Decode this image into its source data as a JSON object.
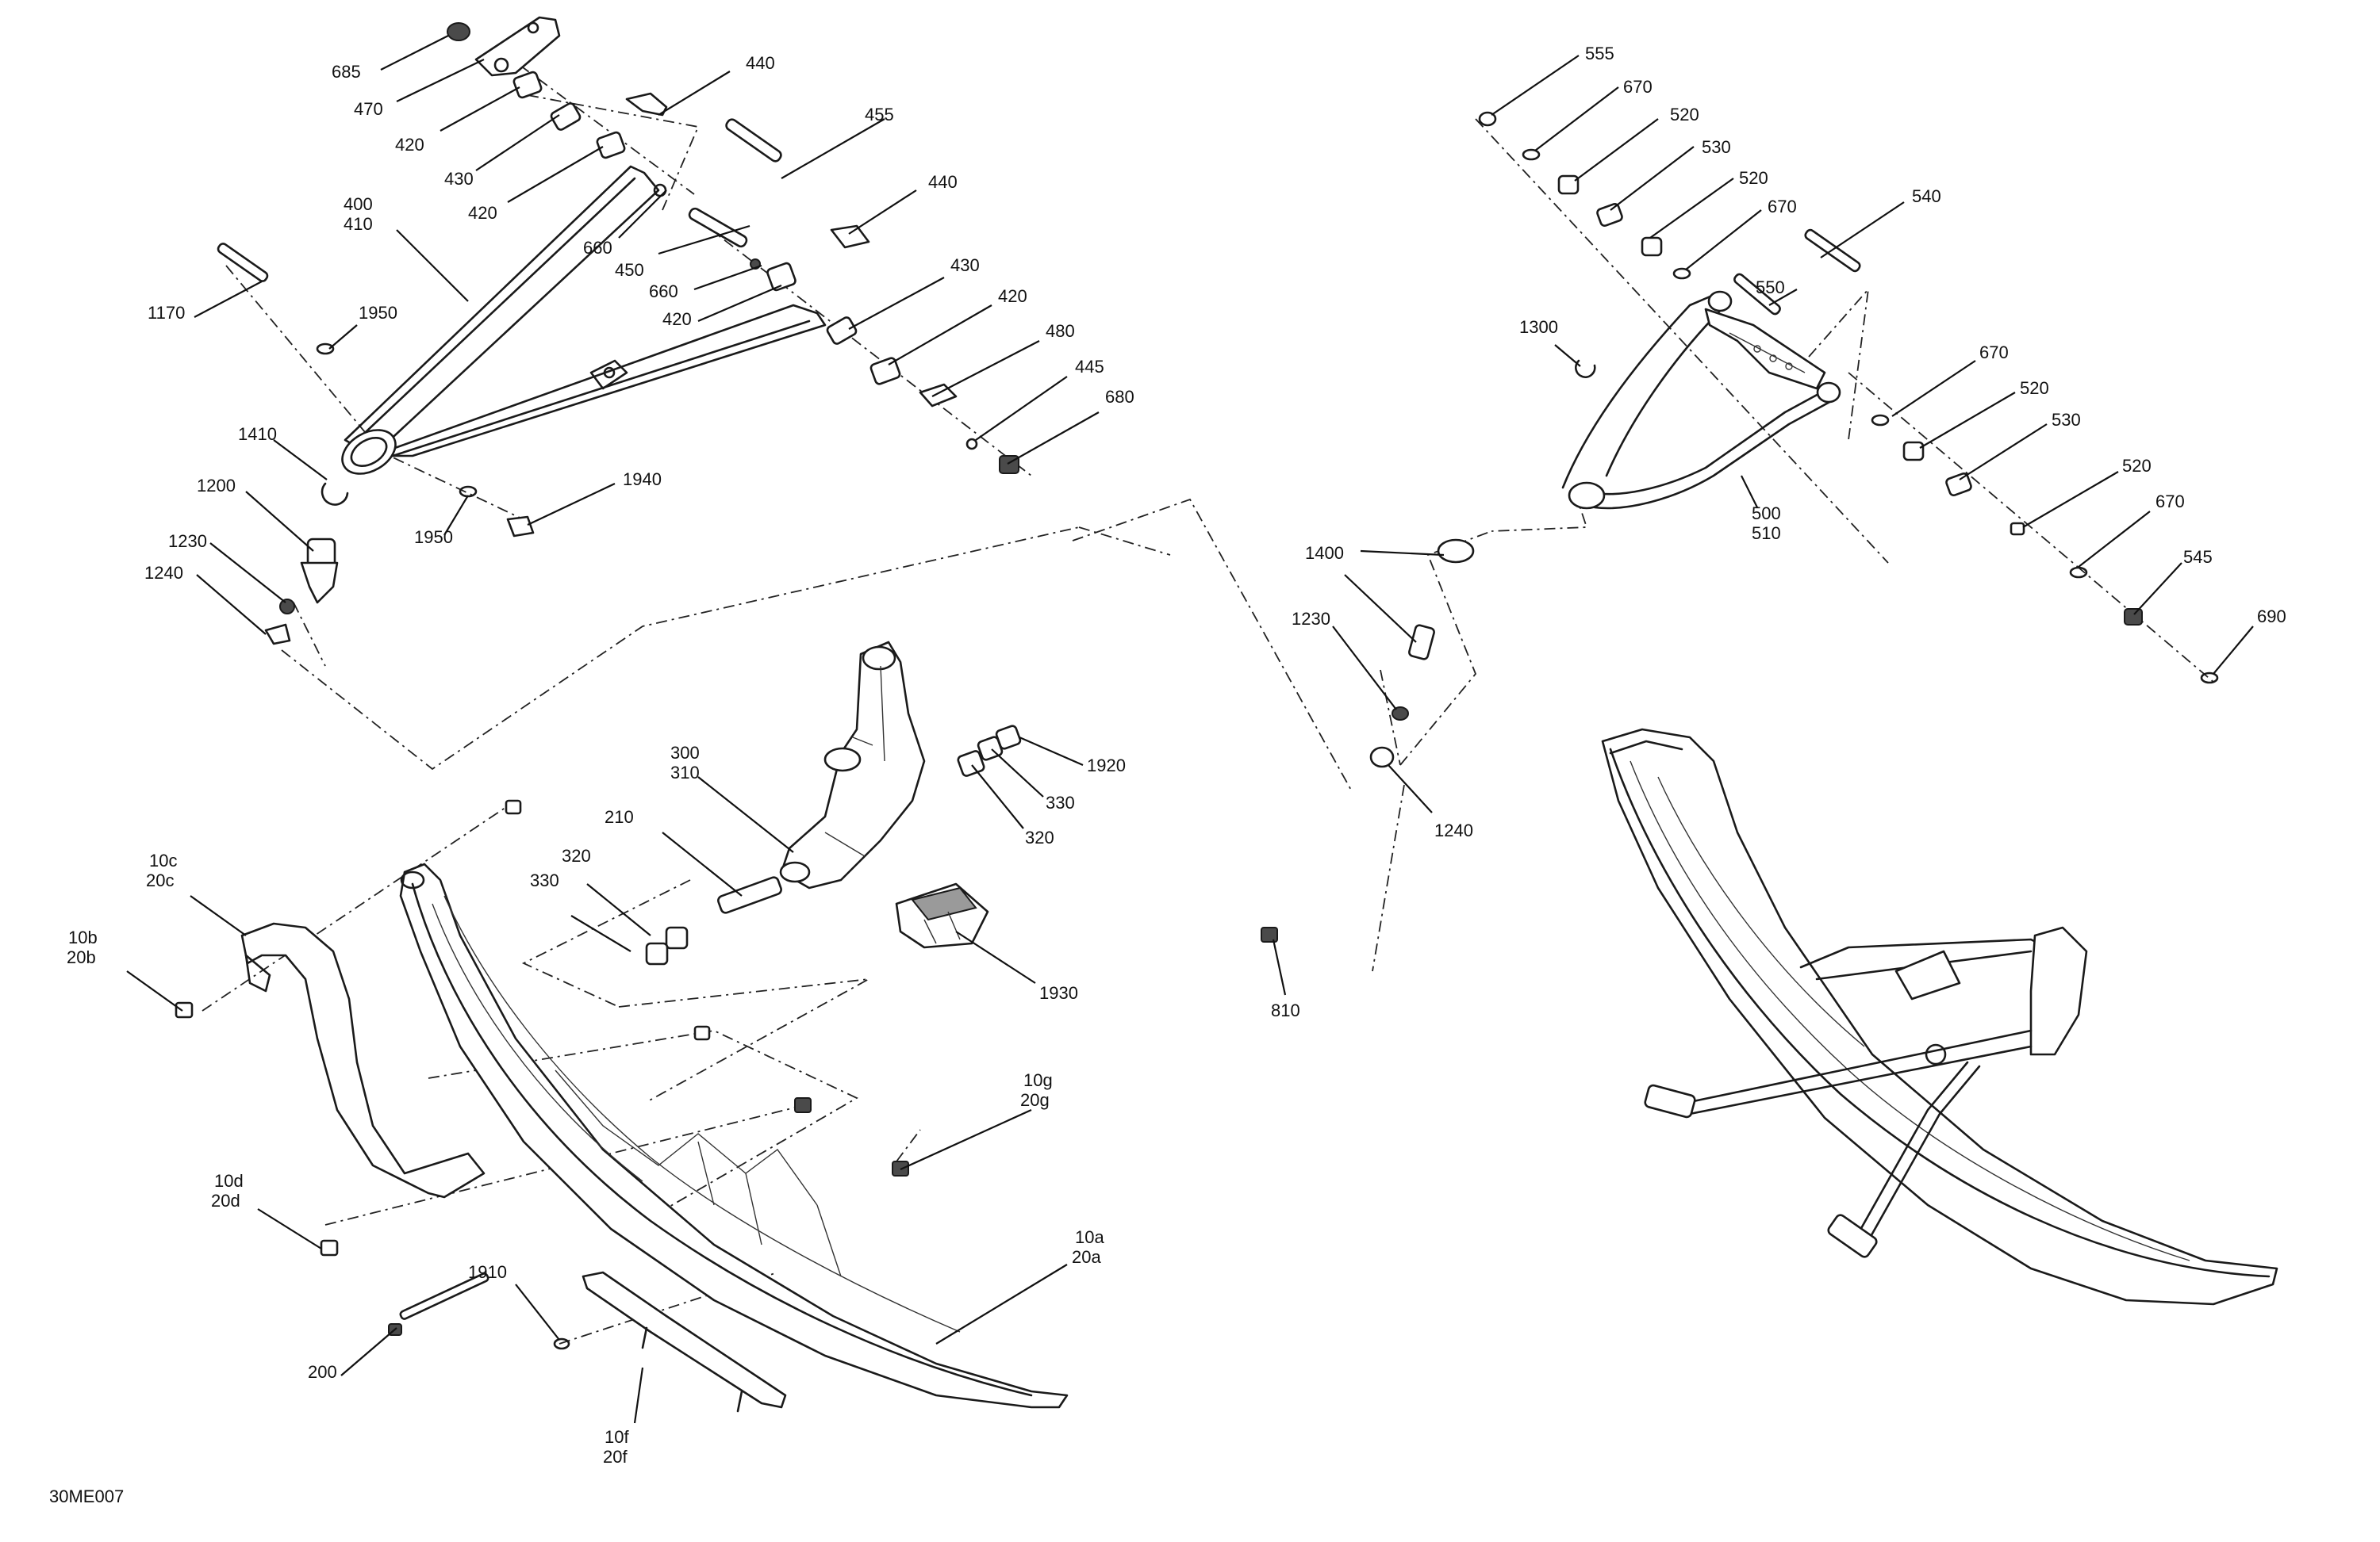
{
  "figure": {
    "document_code": "30ME007"
  },
  "callouts": [
    {
      "id": "c685",
      "text": "685"
    },
    {
      "id": "c470",
      "text": "470"
    },
    {
      "id": "c420a",
      "text": "420"
    },
    {
      "id": "c430a",
      "text": "430"
    },
    {
      "id": "c420b",
      "text": "420"
    },
    {
      "id": "c440a",
      "text": "440"
    },
    {
      "id": "c455",
      "text": "455"
    },
    {
      "id": "c440b",
      "text": "440"
    },
    {
      "id": "c400",
      "text": "400"
    },
    {
      "id": "c410",
      "text": "410"
    },
    {
      "id": "c660a",
      "text": "660"
    },
    {
      "id": "c450",
      "text": "450"
    },
    {
      "id": "c660b",
      "text": "660"
    },
    {
      "id": "c420c",
      "text": "420"
    },
    {
      "id": "c430b",
      "text": "430"
    },
    {
      "id": "c420d",
      "text": "420"
    },
    {
      "id": "c480",
      "text": "480"
    },
    {
      "id": "c445",
      "text": "445"
    },
    {
      "id": "c680",
      "text": "680"
    },
    {
      "id": "c1170",
      "text": "1170"
    },
    {
      "id": "c1950a",
      "text": "1950"
    },
    {
      "id": "c1410",
      "text": "1410"
    },
    {
      "id": "c1200",
      "text": "1200"
    },
    {
      "id": "c1940",
      "text": "1940"
    },
    {
      "id": "c1950b",
      "text": "1950"
    },
    {
      "id": "c1230a",
      "text": "1230"
    },
    {
      "id": "c1240a",
      "text": "1240"
    },
    {
      "id": "c300",
      "text": "300"
    },
    {
      "id": "c310",
      "text": "310"
    },
    {
      "id": "c1920",
      "text": "1920"
    },
    {
      "id": "c330a",
      "text": "330"
    },
    {
      "id": "c320a",
      "text": "320"
    },
    {
      "id": "c210",
      "text": "210"
    },
    {
      "id": "c320b",
      "text": "320"
    },
    {
      "id": "c330b",
      "text": "330"
    },
    {
      "id": "c1930",
      "text": "1930"
    },
    {
      "id": "c10c",
      "text": "10c"
    },
    {
      "id": "c20c",
      "text": "20c"
    },
    {
      "id": "c10b",
      "text": "10b"
    },
    {
      "id": "c20b",
      "text": "20b"
    },
    {
      "id": "c10d",
      "text": "10d"
    },
    {
      "id": "c20d",
      "text": "20d"
    },
    {
      "id": "c10g",
      "text": "10g"
    },
    {
      "id": "c20g",
      "text": "20g"
    },
    {
      "id": "c10a",
      "text": "10a"
    },
    {
      "id": "c20a",
      "text": "20a"
    },
    {
      "id": "c1910",
      "text": "1910"
    },
    {
      "id": "c200",
      "text": "200"
    },
    {
      "id": "c10f",
      "text": "10f"
    },
    {
      "id": "c20f",
      "text": "20f"
    },
    {
      "id": "c810",
      "text": "810"
    },
    {
      "id": "c555",
      "text": "555"
    },
    {
      "id": "c670a",
      "text": "670"
    },
    {
      "id": "c520a",
      "text": "520"
    },
    {
      "id": "c530a",
      "text": "530"
    },
    {
      "id": "c520b",
      "text": "520"
    },
    {
      "id": "c670b",
      "text": "670"
    },
    {
      "id": "c540",
      "text": "540"
    },
    {
      "id": "c550",
      "text": "550"
    },
    {
      "id": "c1300",
      "text": "1300"
    },
    {
      "id": "c670c",
      "text": "670"
    },
    {
      "id": "c520c",
      "text": "520"
    },
    {
      "id": "c530b",
      "text": "530"
    },
    {
      "id": "c520d",
      "text": "520"
    },
    {
      "id": "c500",
      "text": "500"
    },
    {
      "id": "c510",
      "text": "510"
    },
    {
      "id": "c670d",
      "text": "670"
    },
    {
      "id": "c545",
      "text": "545"
    },
    {
      "id": "c690",
      "text": "690"
    },
    {
      "id": "c1400",
      "text": "1400"
    },
    {
      "id": "c1230b",
      "text": "1230"
    },
    {
      "id": "c1240b",
      "text": "1240"
    }
  ]
}
